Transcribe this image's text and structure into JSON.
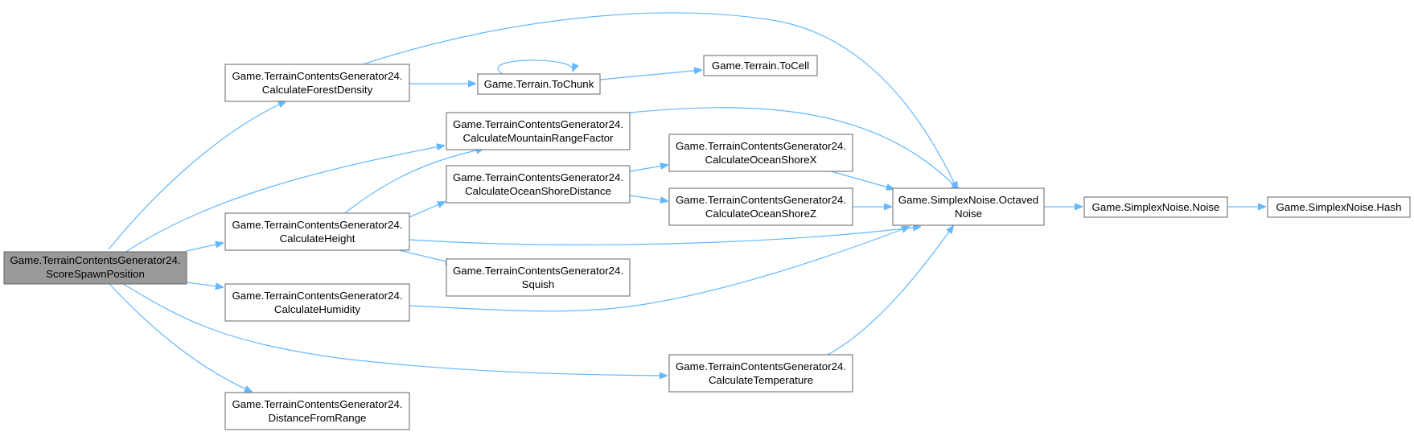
{
  "diagram": {
    "colors": {
      "edge": "#63b8ff",
      "node_border": "#666666",
      "root_fill": "#999999",
      "node_fill": "#ffffff"
    },
    "nodes": [
      {
        "id": "score",
        "lines": [
          "Game.TerrainContentsGenerator24.",
          "ScoreSpawnPosition"
        ],
        "root": true
      },
      {
        "id": "forest",
        "lines": [
          "Game.TerrainContentsGenerator24.",
          "CalculateForestDensity"
        ]
      },
      {
        "id": "tochunk",
        "lines": [
          "Game.Terrain.ToChunk"
        ]
      },
      {
        "id": "tocell",
        "lines": [
          "Game.Terrain.ToCell"
        ]
      },
      {
        "id": "mountain",
        "lines": [
          "Game.TerrainContentsGenerator24.",
          "CalculateMountainRangeFactor"
        ]
      },
      {
        "id": "shoredist",
        "lines": [
          "Game.TerrainContentsGenerator24.",
          "CalculateOceanShoreDistance"
        ]
      },
      {
        "id": "shorex",
        "lines": [
          "Game.TerrainContentsGenerator24.",
          "CalculateOceanShoreX"
        ]
      },
      {
        "id": "shorez",
        "lines": [
          "Game.TerrainContentsGenerator24.",
          "CalculateOceanShoreZ"
        ]
      },
      {
        "id": "height",
        "lines": [
          "Game.TerrainContentsGenerator24.",
          "CalculateHeight"
        ]
      },
      {
        "id": "squish",
        "lines": [
          "Game.TerrainContentsGenerator24.",
          "Squish"
        ]
      },
      {
        "id": "humidity",
        "lines": [
          "Game.TerrainContentsGenerator24.",
          "CalculateHumidity"
        ]
      },
      {
        "id": "temperature",
        "lines": [
          "Game.TerrainContentsGenerator24.",
          "CalculateTemperature"
        ]
      },
      {
        "id": "distance",
        "lines": [
          "Game.TerrainContentsGenerator24.",
          "DistanceFromRange"
        ]
      },
      {
        "id": "octaved",
        "lines": [
          "Game.SimplexNoise.Octaved",
          "Noise"
        ]
      },
      {
        "id": "noise",
        "lines": [
          "Game.SimplexNoise.Noise"
        ]
      },
      {
        "id": "hash",
        "lines": [
          "Game.SimplexNoise.Hash"
        ]
      }
    ],
    "edges": [
      [
        "score",
        "forest"
      ],
      [
        "score",
        "mountain"
      ],
      [
        "score",
        "height"
      ],
      [
        "score",
        "humidity"
      ],
      [
        "score",
        "temperature"
      ],
      [
        "score",
        "distance"
      ],
      [
        "forest",
        "tochunk"
      ],
      [
        "forest",
        "octaved"
      ],
      [
        "tochunk",
        "tochunk"
      ],
      [
        "tochunk",
        "tocell"
      ],
      [
        "mountain",
        "octaved"
      ],
      [
        "height",
        "mountain"
      ],
      [
        "height",
        "shoredist"
      ],
      [
        "height",
        "octaved"
      ],
      [
        "height",
        "squish"
      ],
      [
        "shoredist",
        "shorex"
      ],
      [
        "shoredist",
        "shorez"
      ],
      [
        "shorex",
        "octaved"
      ],
      [
        "shorez",
        "octaved"
      ],
      [
        "humidity",
        "octaved"
      ],
      [
        "temperature",
        "octaved"
      ],
      [
        "octaved",
        "noise"
      ],
      [
        "noise",
        "hash"
      ]
    ]
  }
}
